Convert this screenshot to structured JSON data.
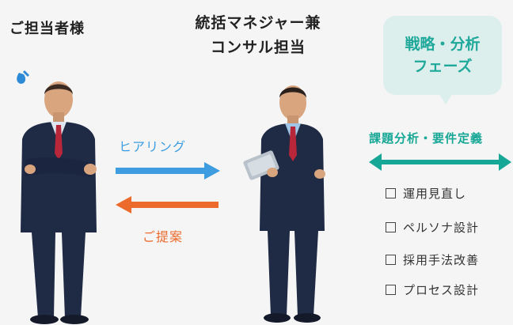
{
  "client": {
    "label": "ご担当者様"
  },
  "consultant": {
    "line1": "統括マネジャー兼",
    "line2": "コンサル担当"
  },
  "bubble": {
    "line1": "戦略・分析",
    "line2": "フェーズ"
  },
  "phase": {
    "title": "課題分析・要件定義"
  },
  "arrows": {
    "hearing": "ヒアリング",
    "proposal": "ご提案"
  },
  "tasks": [
    "運用見直し",
    "ペルソナ設計",
    "採用手法改善",
    "プロセス設計"
  ],
  "colors": {
    "hearing": "#3d9de0",
    "proposal": "#ec6a2c",
    "accent": "#17a796",
    "bubble_bg": "#dcefed",
    "suit": "#1f2a44"
  }
}
